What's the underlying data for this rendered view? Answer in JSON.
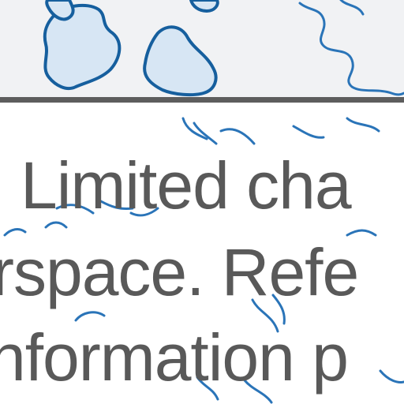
{
  "map": {
    "note_lines": [
      "Limited cha",
      "rspace. Refe",
      "nformation p"
    ],
    "colors": {
      "water_fill": "#d7e6f4",
      "water_outline": "#165f9e",
      "contour": "#2a74b8",
      "divider": "#5d5d5d",
      "text": "#595959"
    }
  }
}
